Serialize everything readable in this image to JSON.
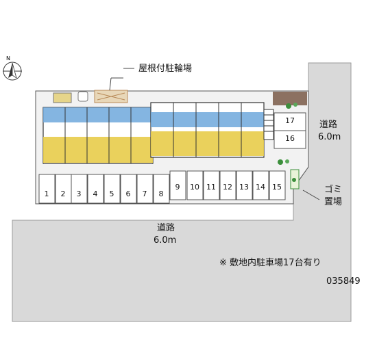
{
  "labels": {
    "bike_shelter": "屋根付駐輪場",
    "road_right_name": "道路",
    "road_right_width": "6.0m",
    "road_bottom_name": "道路",
    "road_bottom_width": "6.0m",
    "garbage_line1": "ゴミ",
    "garbage_line2": "置場",
    "note": "※ 敷地内駐車場17台有り",
    "property_id": "035849"
  },
  "parking_slots": [
    "1",
    "2",
    "3",
    "4",
    "5",
    "6",
    "7",
    "8",
    "9",
    "10",
    "11",
    "12",
    "13",
    "14",
    "15",
    "16",
    "17"
  ],
  "icons": {
    "compass": "north-arrow-icon",
    "trees": "tree-icon"
  },
  "colors": {
    "road": "#d9d9d9",
    "lot": "#f0f0f0",
    "building_blue": "#6fa8dc",
    "building_yellow": "#e8cc4a",
    "shelter_brown": "#b88a58",
    "tree_green": "#3c8f3c",
    "lines": "#444444"
  }
}
